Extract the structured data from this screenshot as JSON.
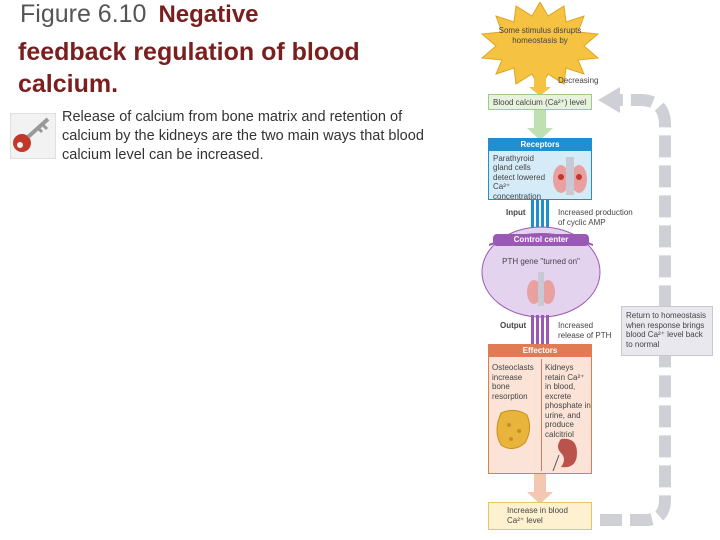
{
  "title": {
    "figure_number": "Figure 6.10",
    "line1_rest": "Negative",
    "line2": "feedback regulation of blood calcium."
  },
  "caption": "Release of calcium from bone matrix and retention of calcium by the kidneys are the two main ways that blood calcium level can be increased.",
  "diagram": {
    "stimulus": "Some stimulus disrupts homeostasis by",
    "decreasing": "Decreasing",
    "variable": "Blood calcium (Ca²⁺) level",
    "receptors_header": "Receptors",
    "receptors_text": "Parathyroid gland cells detect lowered Ca²⁺ concentration",
    "input_label": "Input",
    "input_text": "Increased production of cyclic AMP",
    "control_header": "Control center",
    "control_text": "PTH gene \"turned on\"",
    "output_label": "Output",
    "output_text": "Increased release of PTH",
    "effectors_header": "Effectors",
    "effector_left": "Osteoclasts increase bone resorption",
    "effector_right": "Kidneys retain Ca²⁺ in blood, excrete phosphate in urine, and produce calcitriol",
    "response": "Increase in blood Ca²⁺ level",
    "return": "Return to homeostasis when response brings blood Ca²⁺ level back to normal"
  },
  "colors": {
    "title_accent": "#7a1e1e",
    "receptors": "#1f8fd0",
    "control": "#9b59b6",
    "effectors": "#e07b55",
    "loop_arrow": "#cfcfd6",
    "stimulus": "#f5c242"
  }
}
